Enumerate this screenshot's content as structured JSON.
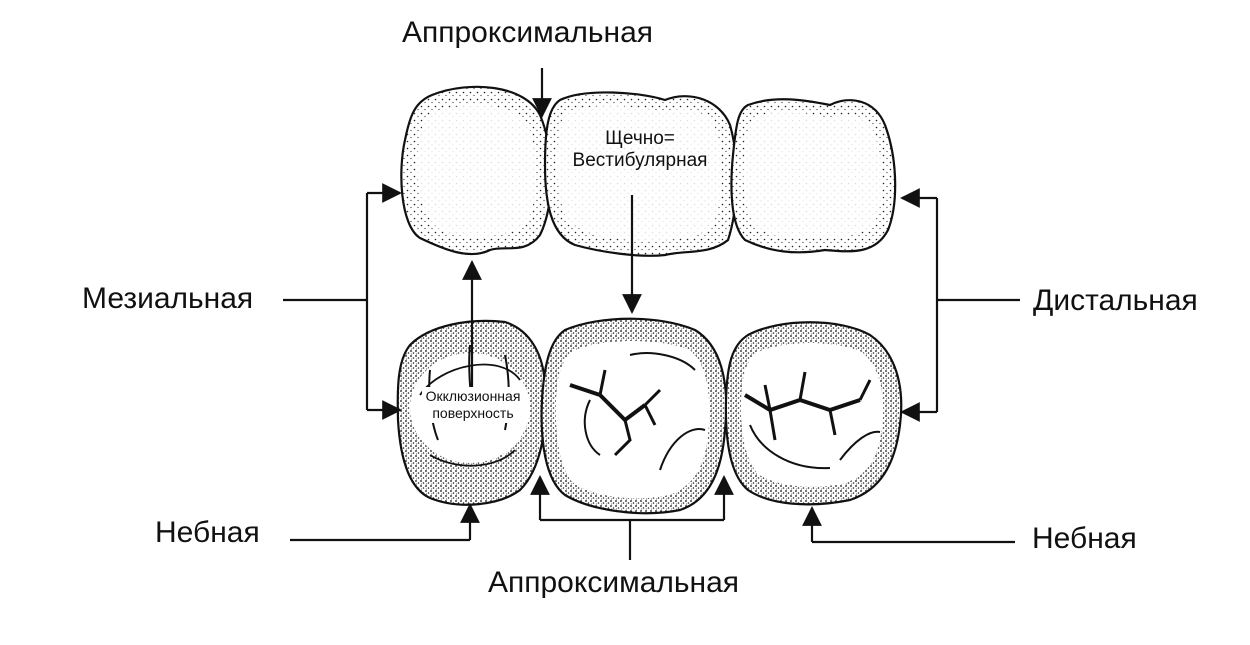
{
  "labels": {
    "approximal_top": "Аппроксимальная",
    "approximal_bottom": "Аппроксимальная",
    "mesial": "Мезиальная",
    "distal": "Дистальная",
    "palatal_left": "Небная",
    "palatal_right": "Небная",
    "buccal_line1": "Щечно=",
    "buccal_line2": "Вестибулярная",
    "occlusal_line1": "Окклюзионная",
    "occlusal_line2": "поверхность"
  }
}
